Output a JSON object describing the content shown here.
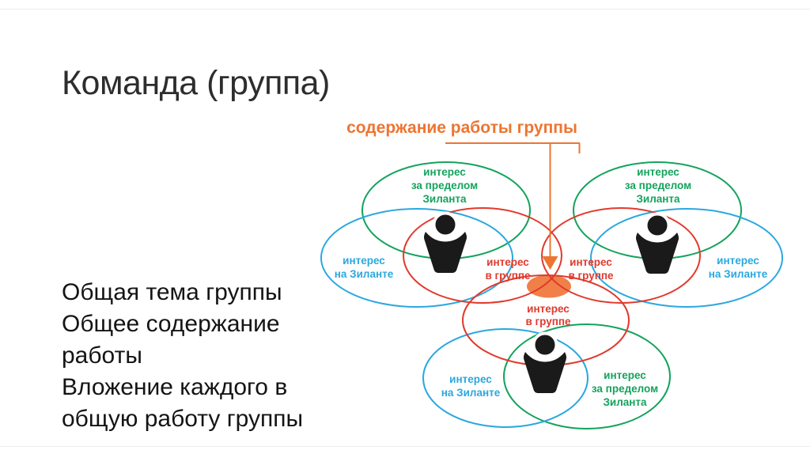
{
  "slide": {
    "title": "Команда (группа)",
    "bullets": [
      "Общая тема группы",
      "Общее содержание работы",
      "Вложение каждого в общую работу группы"
    ]
  },
  "diagram": {
    "callout": "содержание работы группы",
    "labels": {
      "outside": [
        "интерес",
        "за пределом",
        "Зиланта"
      ],
      "zilant": [
        "интерес",
        "на Зиланте"
      ],
      "group": [
        "интерес",
        "в группе"
      ]
    }
  },
  "colors": {
    "green": "#14a35d",
    "blue": "#2ba8df",
    "red": "#e03a2d",
    "orange": "#ed7531",
    "orange_fill": "#f08048",
    "title_text": "#2d2d2d",
    "body_text": "#141414"
  }
}
